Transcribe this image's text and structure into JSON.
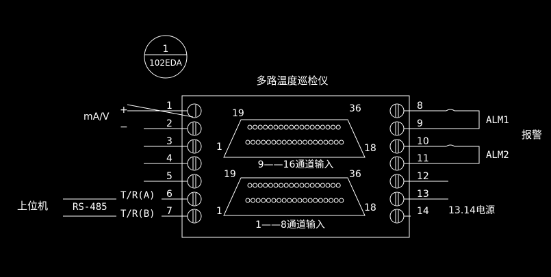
{
  "title": "多路温度巡检仪",
  "badge": {
    "number": "1",
    "code": "102EDA"
  },
  "left_terminals": [
    "1",
    "2",
    "3",
    "4",
    "5",
    "6",
    "7"
  ],
  "right_terminals": [
    "8",
    "9",
    "10",
    "11",
    "12",
    "13",
    "14"
  ],
  "input_signal": {
    "label": "mA/V",
    "plus": "+",
    "minus": "−"
  },
  "host": {
    "label": "上位机",
    "protocol": "RS-485",
    "tr_a": "T/R(A)",
    "tr_b": "T/R(B)"
  },
  "alarms": {
    "alm1": "ALM1",
    "alm2": "ALM2",
    "label": "报警"
  },
  "power_label": "13.14电源",
  "connector_top": {
    "pin_top_left": "19",
    "pin_top_right": "36",
    "pin_bottom_left": "1",
    "pin_bottom_right": "18",
    "caption": "9——16通道输入"
  },
  "connector_bottom": {
    "pin_top_left": "19",
    "pin_top_right": "36",
    "pin_bottom_left": "1",
    "pin_bottom_right": "18",
    "caption": "1——8通道输入"
  }
}
